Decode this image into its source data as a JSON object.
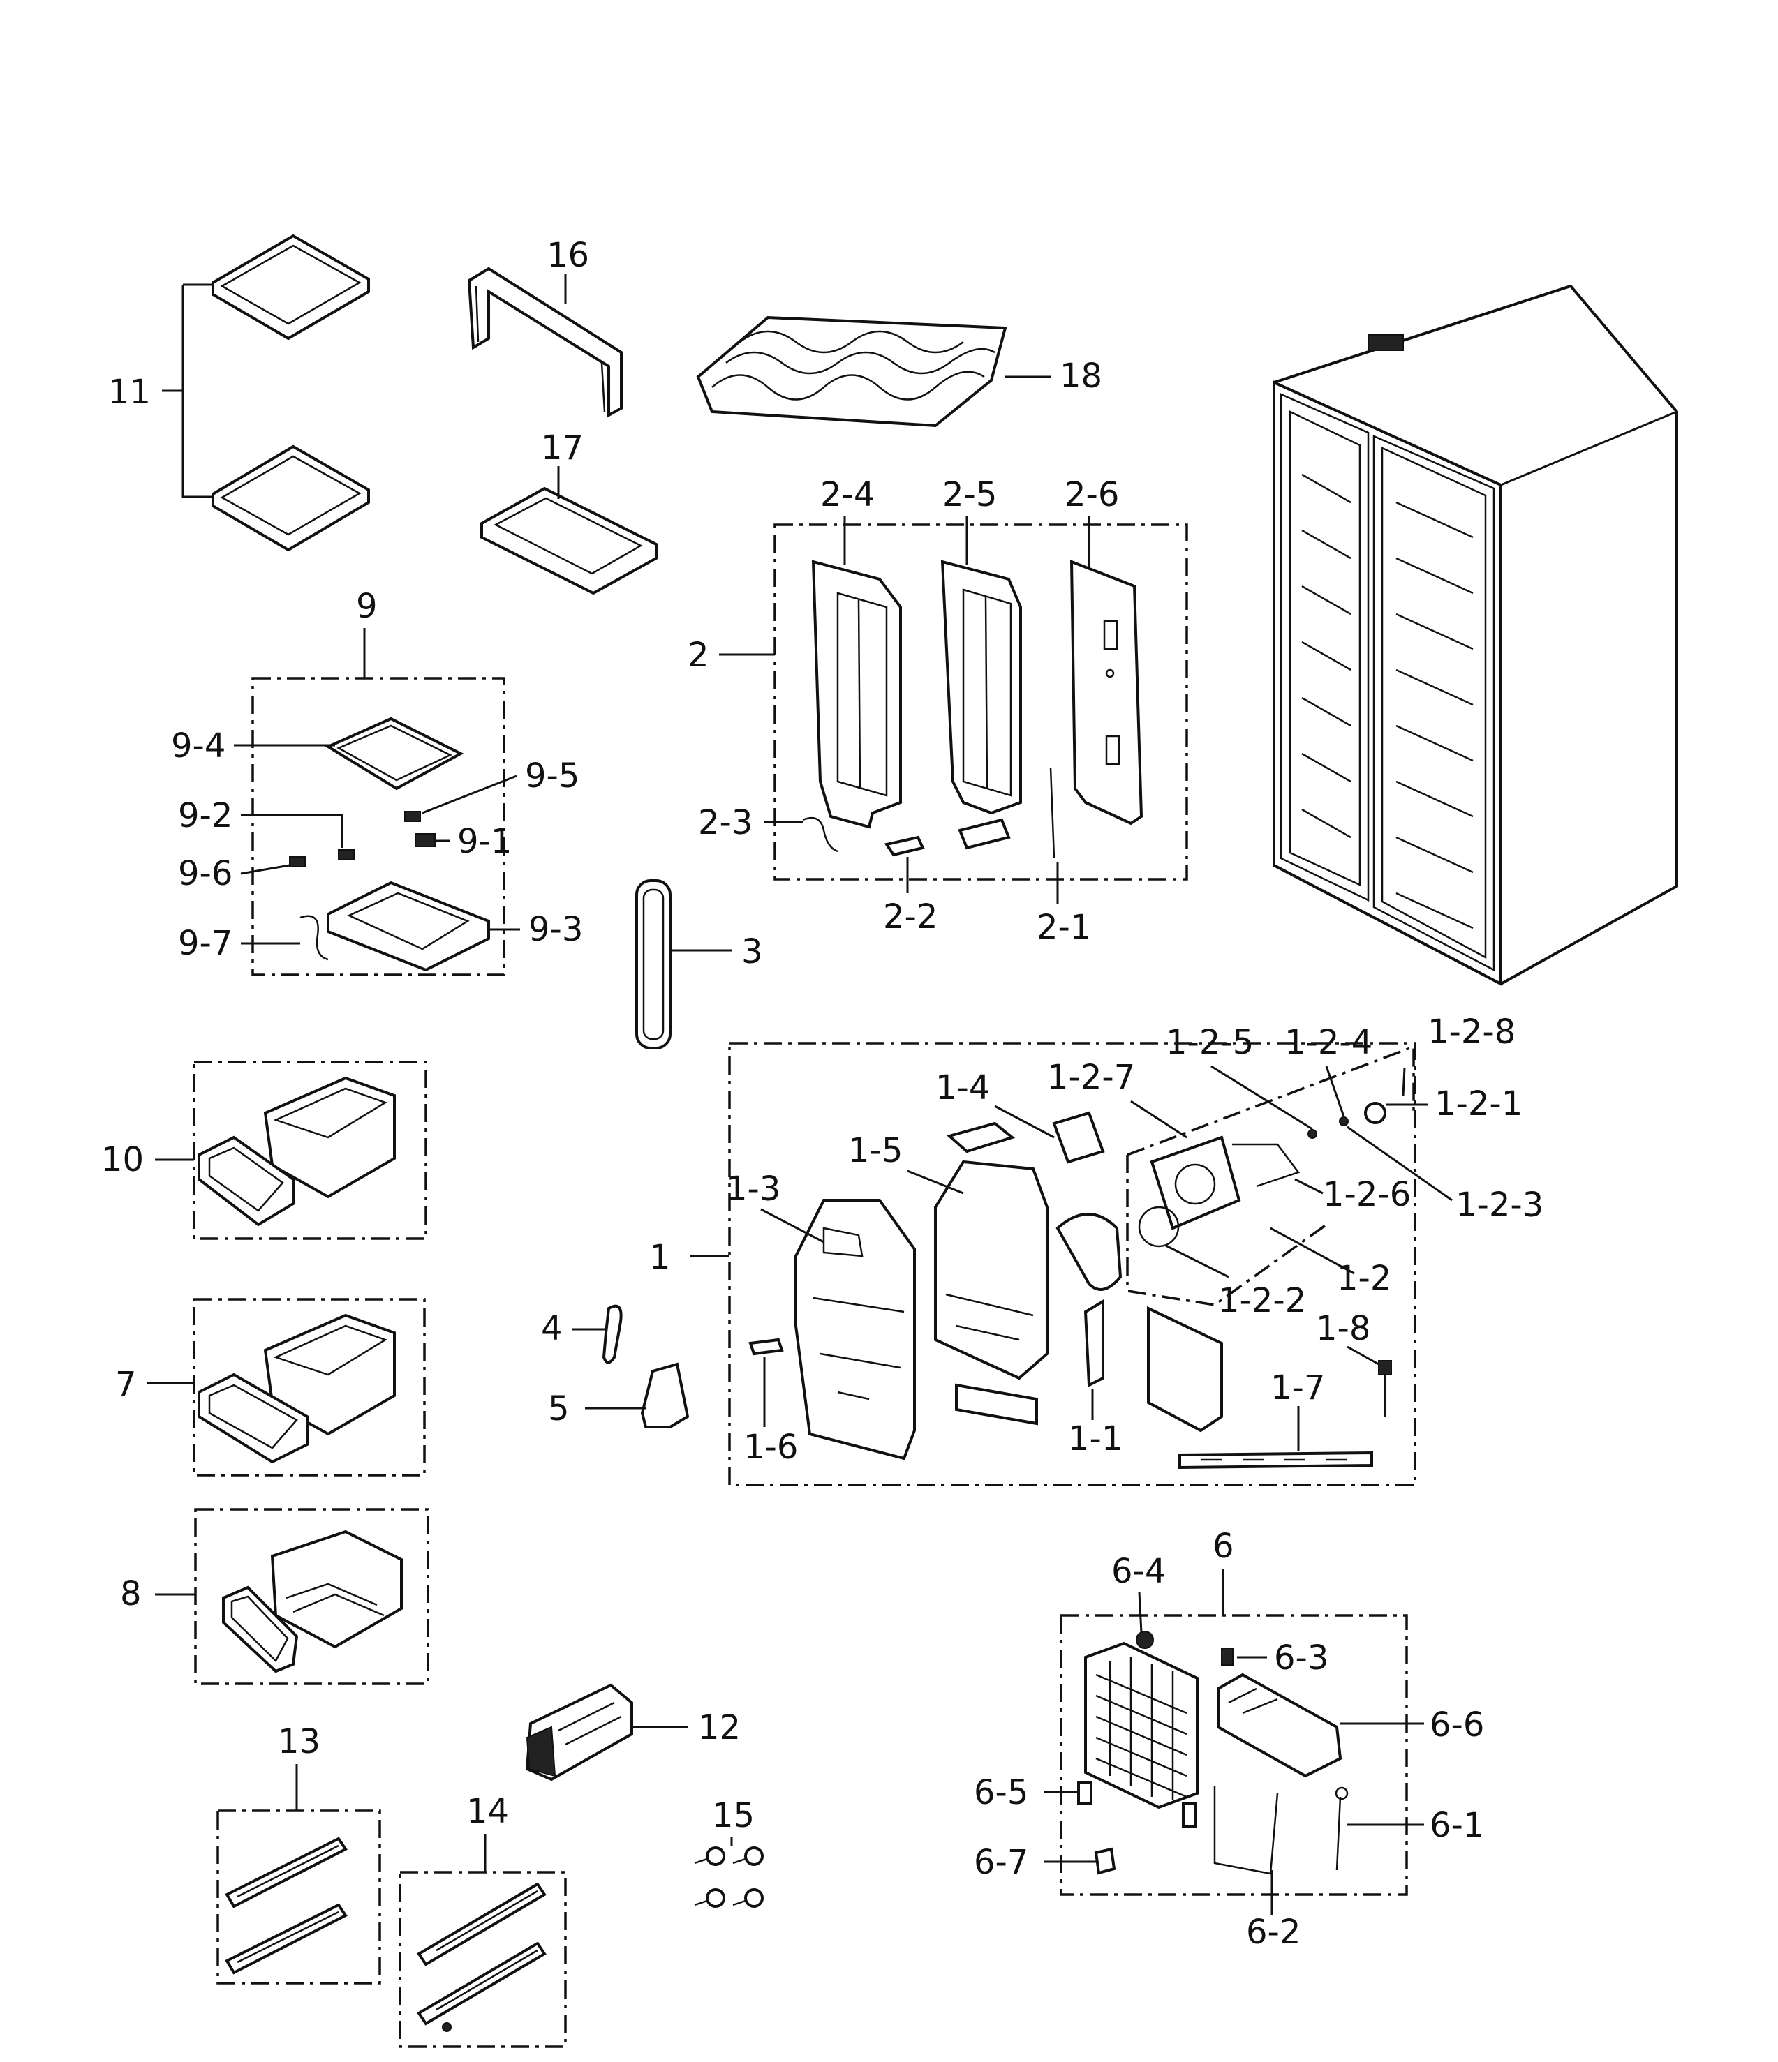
{
  "labels": {
    "11": "11",
    "16": "16",
    "17": "17",
    "18": "18",
    "9": "9",
    "9-1": "9-1",
    "9-2": "9-2",
    "9-3": "9-3",
    "9-4": "9-4",
    "9-5": "9-5",
    "9-6": "9-6",
    "9-7": "9-7",
    "2": "2",
    "2-1": "2-1",
    "2-2": "2-2",
    "2-3": "2-3",
    "2-4": "2-4",
    "2-5": "2-5",
    "2-6": "2-6",
    "3": "3",
    "4": "4",
    "5": "5",
    "10": "10",
    "7": "7",
    "8": "8",
    "1": "1",
    "1-1": "1-1",
    "1-2": "1-2",
    "1-3": "1-3",
    "1-4": "1-4",
    "1-5": "1-5",
    "1-6": "1-6",
    "1-7": "1-7",
    "1-8": "1-8",
    "1-2-1": "1-2-1",
    "1-2-2": "1-2-2",
    "1-2-3": "1-2-3",
    "1-2-4": "1-2-4",
    "1-2-5": "1-2-5",
    "1-2-6": "1-2-6",
    "1-2-7": "1-2-7",
    "1-2-8": "1-2-8",
    "6": "6",
    "6-1": "6-1",
    "6-2": "6-2",
    "6-3": "6-3",
    "6-4": "6-4",
    "6-5": "6-5",
    "6-6": "6-6",
    "6-7": "6-7",
    "12": "12",
    "13": "13",
    "14": "14",
    "15": "15"
  }
}
